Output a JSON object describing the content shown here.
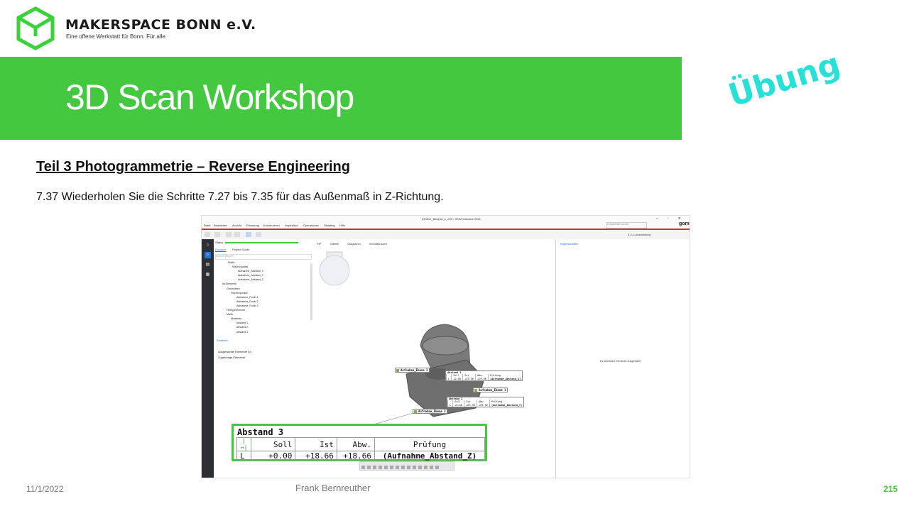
{
  "header": {
    "brand": "MAKERSPACE BONN e.V.",
    "tagline": "Eine offene Werkstatt für Bonn. Für alle.",
    "title": "3D Scan Workshop",
    "stamp": "Übung"
  },
  "content": {
    "section_heading": "Teil 3  Photogrammetrie  – Reverse Engineering",
    "step_text": "7.37 Wiederholen Sie die Schritte 7.27 bis 7.35 für das Außenmaß in Z-Richtung."
  },
  "footer": {
    "date": "11/1/2022",
    "author": "Frank Bernreuther",
    "page": "215"
  },
  "app": {
    "window_title": "220812_Beispiel_1_200 - GOM Software 2021",
    "search_placeholder": "In Dateihilfe suchen",
    "logo": "gom",
    "menu": [
      "Datei",
      "Bearbeiten",
      "Ansicht",
      "Erfassung",
      "Konstruieren",
      "Inspektion",
      "Operationen",
      "Skripting",
      "Hilfe"
    ],
    "alignment": "3-2-1-Ausrichtung",
    "status_label": "Status",
    "panel_tabs": [
      "Explorer",
      "Projekt-Guide"
    ],
    "filter_placeholder": "Suchen (Strg+F)",
    "tree": [
      "Maße",
      "Maße (skalar)",
      "Aufnahme_Abstand_X",
      "Aufnahme_Abstand_Y",
      "Aufnahme_Abstand_Z",
      "Ist-Elemente",
      "Geometrien",
      "Flächenpunkte",
      "Aufnahme_Punkt 1",
      "Aufnahme_Punkt 2",
      "Aufnahme_Punkt 3",
      "Fitting-Elemente",
      "Maße",
      "Abstände",
      "Abstand 1",
      "Abstand 2",
      "Abstand 3"
    ],
    "second_tab": "Selektion",
    "selection_items": [
      "Ausgewählte Elemente (0)",
      "Zugehörige Elemente"
    ],
    "viewport_tabs": [
      "PIP",
      "Tabelle",
      "Diagramm",
      "Schnittansicht"
    ],
    "properties_tab": "Eigenschaften",
    "properties_message": "Es sind keine Elemente ausgewählt.",
    "labels": {
      "ebene2": "Aufnahme_Ebene 2",
      "ebene1": "Aufnahme_Ebene 1",
      "ebene3": "Aufnahme_Ebene 3"
    },
    "mini1": {
      "title": "Abstand 1",
      "headers": [
        "Soll",
        "Ist",
        "Abw.",
        "Prüfung"
      ],
      "row": [
        "L",
        "+0.00",
        "+29.96",
        "+29.96",
        "(Aufnahme_Abstand_X)"
      ]
    },
    "mini2": {
      "title": "Abstand 2",
      "headers": [
        "Soll",
        "Ist",
        "Abw.",
        "Prüfung"
      ],
      "row": [
        "L",
        "+0.00",
        "+29.92",
        "+29.92",
        "(Aufnahme_Abstand_Y)"
      ]
    }
  },
  "callout": {
    "title": "Abstand 3",
    "headers": [
      "Soll",
      "Ist",
      "Abw.",
      "Prüfung"
    ],
    "row": {
      "type": "L",
      "soll": "+0.00",
      "ist": "+18.66",
      "abw": "+18.66",
      "pruefung": "(Aufnahme_Abstand_Z)"
    },
    "icon": "distance-icon"
  },
  "colors": {
    "brand_green": "#43c840",
    "stamp_cyan": "#27e0d8"
  }
}
